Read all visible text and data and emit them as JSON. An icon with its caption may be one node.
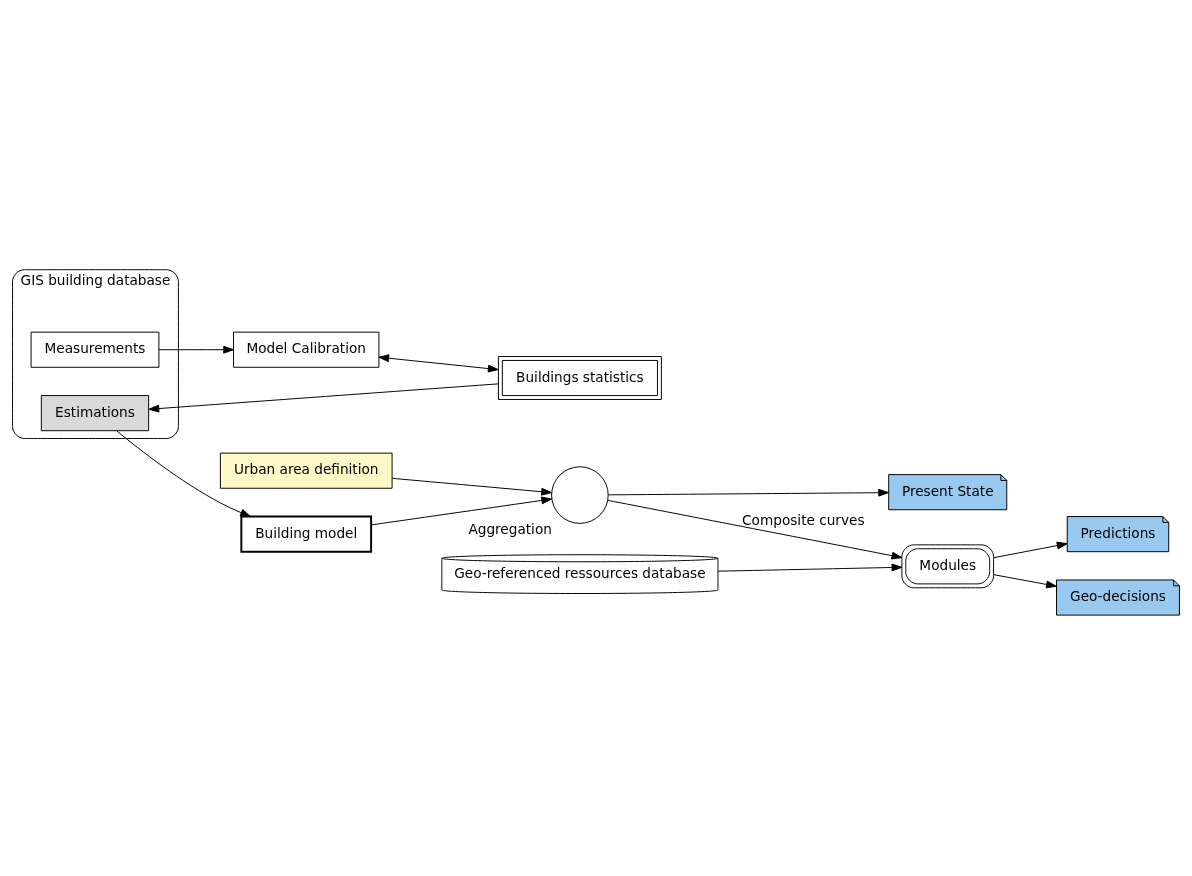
{
  "diagram": {
    "nodes": [
      {
        "text": [
          "GIS building database"
        ]
      },
      {
        "text": [
          "Measurements"
        ],
        "in": 0
      },
      {
        "text": [
          "Estimations"
        ],
        "in": 0
      },
      {
        "text": [
          "Model Calibration"
        ]
      },
      {
        "text": [
          "Buildings statistics"
        ]
      },
      {
        "text": [
          "Building model"
        ]
      },
      {
        "text": [],
        "shape": "circle",
        "beside": [
          "Aggregation"
        ]
      },
      {
        "text": [
          "Urban area definition"
        ]
      },
      {
        "text": [
          "Present State"
        ]
      },
      {
        "text": [
          "Predictions"
        ]
      },
      {
        "text": [
          "Geo-decisions"
        ]
      },
      {
        "text": [
          "Geo-referenced ressources database"
        ]
      },
      {
        "text": [
          "Modules"
        ]
      }
    ],
    "edges": [
      {
        "from": 1,
        "to": 3,
        "arrow": "to"
      },
      {
        "from": 4,
        "to": 2,
        "arrow": "to"
      },
      {
        "from": 3,
        "to": 4,
        "arrow": "both"
      },
      {
        "from": 2,
        "to": 5,
        "arrow": "to"
      },
      {
        "from": 5,
        "to": 6,
        "arrow": "to"
      },
      {
        "from": 7,
        "to": 6,
        "arrow": "to"
      },
      {
        "from": 6,
        "to": 8,
        "arrow": "to"
      },
      {
        "from": 6,
        "to": 12,
        "arrow": "to",
        "label": "Composite curves"
      },
      {
        "from": 11,
        "to": 12,
        "arrow": "to"
      },
      {
        "from": 12,
        "to": 9,
        "arrow": "to"
      },
      {
        "from": 12,
        "to": 10,
        "arrow": "to"
      }
    ]
  }
}
